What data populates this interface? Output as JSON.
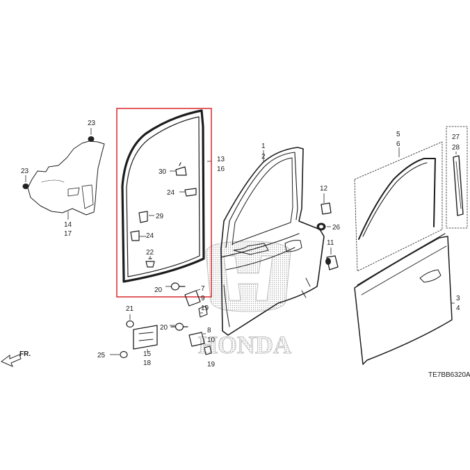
{
  "diagram": {
    "code": "TE7BB6320A",
    "direction_label": "FR.",
    "highlight_color": "#d9262c",
    "watermark": {
      "brand": "HONDA",
      "color": "#b5b5b5"
    },
    "callouts": {
      "c1": "1",
      "c2": "2",
      "c3": "3",
      "c4": "4",
      "c5": "5",
      "c6": "6",
      "c7": "7",
      "c8": "8",
      "c9": "9",
      "c10": "10",
      "c11": "11",
      "c12": "12",
      "c13": "13",
      "c14": "14",
      "c15": "15",
      "c16": "16",
      "c17": "17",
      "c18": "18",
      "c19a": "19",
      "c19b": "19",
      "c20a": "20",
      "c20b": "20",
      "c21": "21",
      "c22": "22",
      "c23a": "23",
      "c23b": "23",
      "c24a": "24",
      "c24b": "24",
      "c25": "25",
      "c26": "26",
      "c27": "27",
      "c28": "28",
      "c29": "29",
      "c30": "30"
    }
  }
}
